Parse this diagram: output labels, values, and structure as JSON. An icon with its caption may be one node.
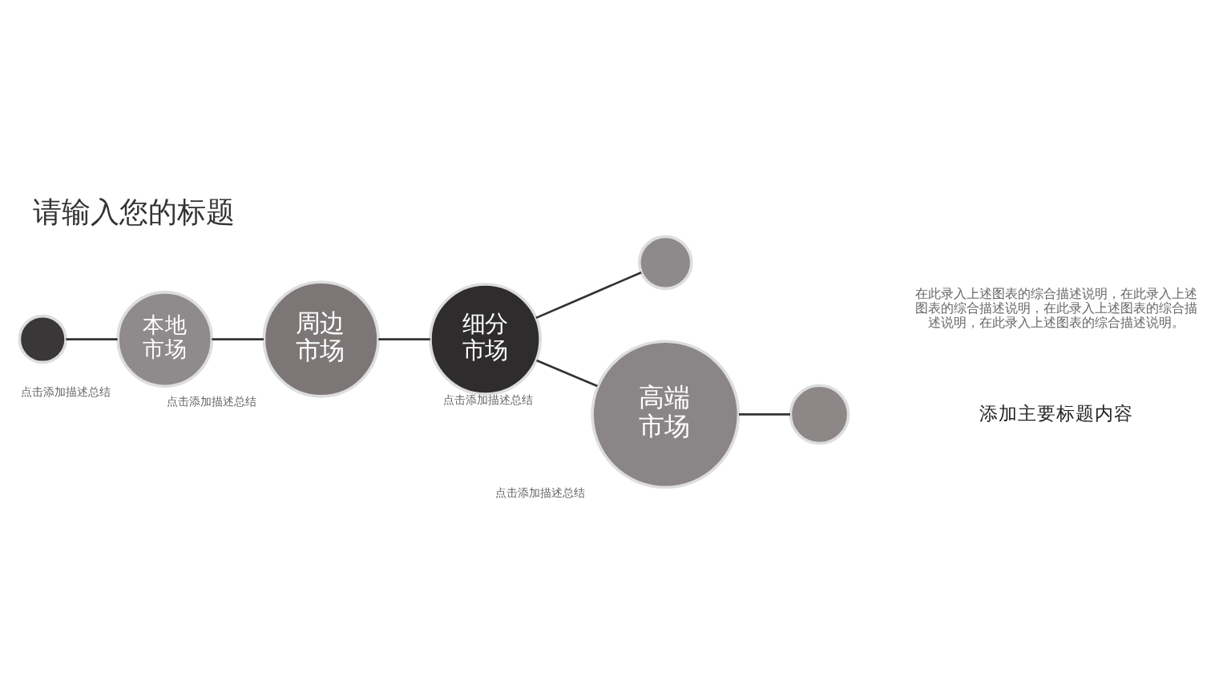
{
  "diagram": {
    "title": "请输入您的标题",
    "nodes": [
      {
        "text": [],
        "shape": "circle"
      },
      {
        "text": [
          "本地市场"
        ],
        "beside": [
          "点击添加描述总结"
        ]
      },
      {
        "text": [
          "周边市场"
        ],
        "beside": [
          "点击添加描述总结"
        ]
      },
      {
        "text": [
          "细分市场"
        ],
        "beside": [
          "点击添加描述总结"
        ]
      },
      {
        "text": [],
        "shape": "circle"
      },
      {
        "text": [
          "高端市场"
        ],
        "beside": [
          "点击添加描述总结"
        ]
      },
      {
        "text": [],
        "shape": "circle"
      }
    ],
    "edges": [
      {
        "from": 0,
        "to": 1,
        "arrow": "none"
      },
      {
        "from": 1,
        "to": 2,
        "arrow": "none"
      },
      {
        "from": 2,
        "to": 3,
        "arrow": "none"
      },
      {
        "from": 3,
        "to": 4,
        "arrow": "none"
      },
      {
        "from": 3,
        "to": 5,
        "arrow": "none"
      },
      {
        "from": 5,
        "to": 6,
        "arrow": "none"
      }
    ],
    "labels": [
      "添加主要标题内容",
      "在此录入上述图表的综合描述说明，在此录入上述图表的综合描述说明，在此录入上述图表的综合描述说明，在此录入上述图表的综合描述说明。"
    ]
  }
}
